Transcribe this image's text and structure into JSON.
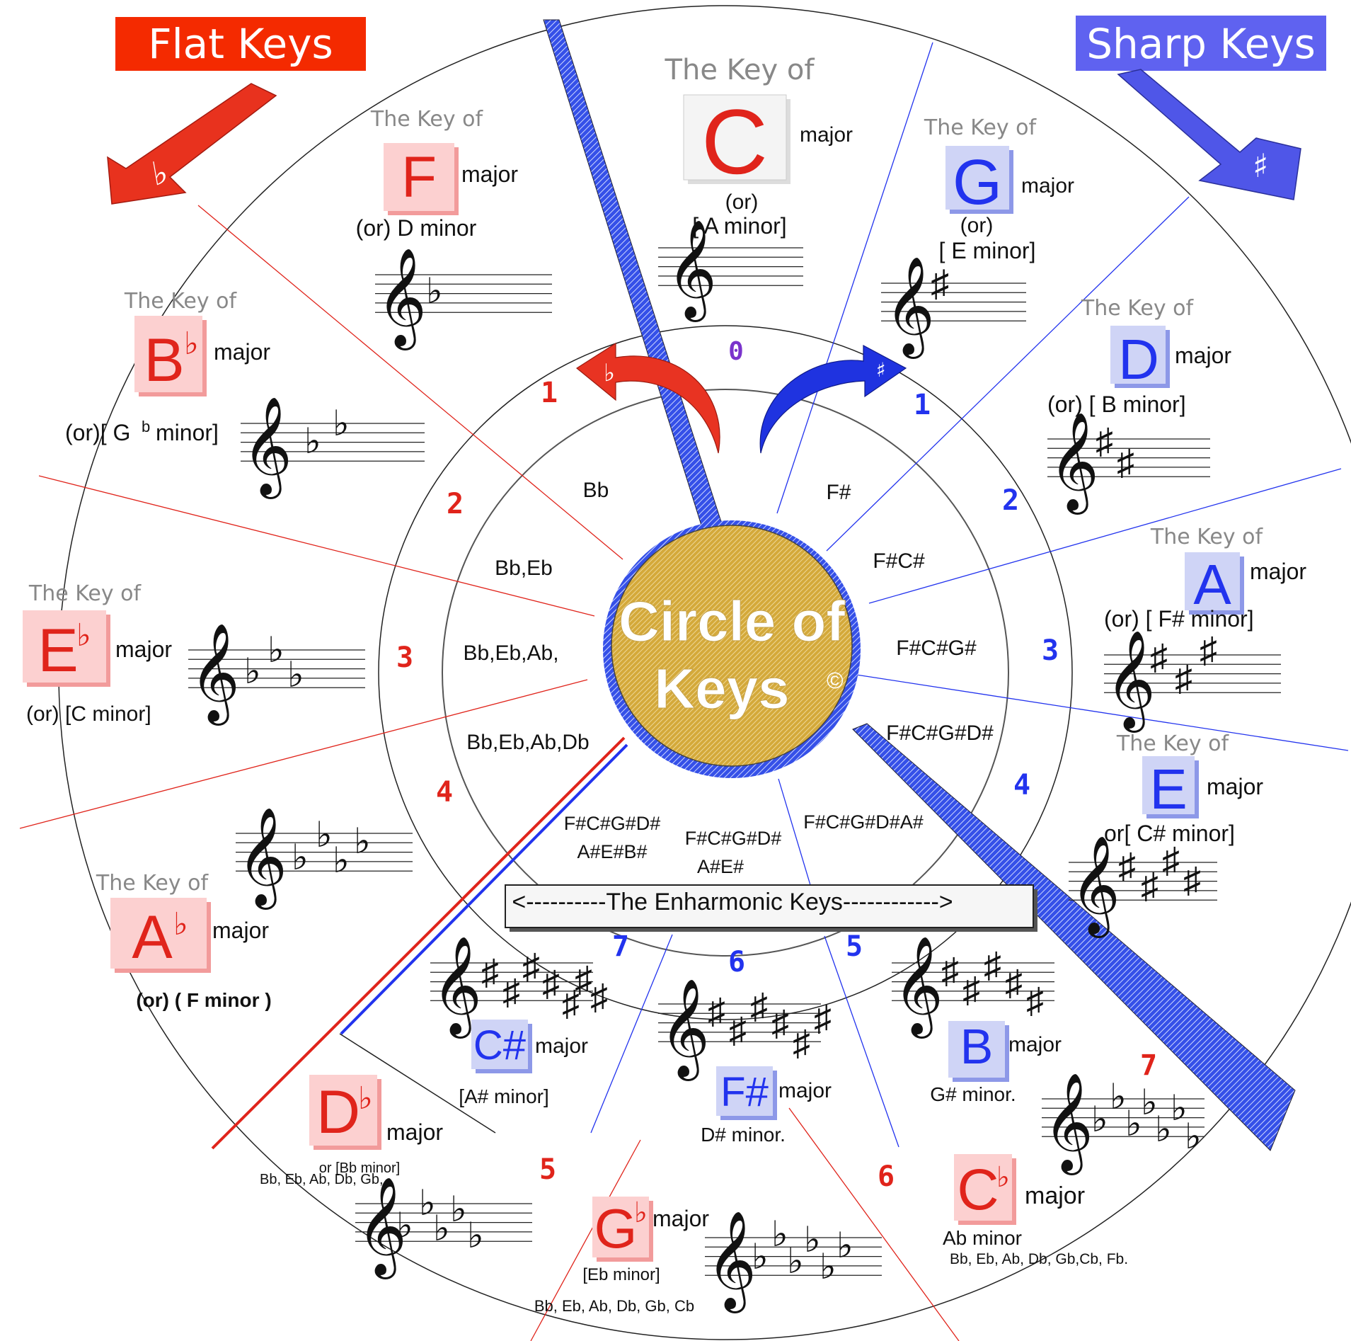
{
  "banners": {
    "flat": "Flat  Keys",
    "sharp": "Sharp   Keys"
  },
  "center": {
    "line1": "Circle of",
    "line2": "Keys",
    "copyright": "©"
  },
  "zero": "0",
  "key_of": "The Key of",
  "enharmonic": "<----------The Enharmonic Keys------------>",
  "flat_symbol": "♭",
  "sharp_symbol": "♯",
  "keys": {
    "C": {
      "letter": "C",
      "major": "major",
      "or": "(or)",
      "minor": "[ A  minor]"
    },
    "G": {
      "letter": "G",
      "major": "major",
      "or": "(or)",
      "minor": "[ E  minor]"
    },
    "D": {
      "letter": "D",
      "major": "major",
      "minor": "(or)  [ B  minor]"
    },
    "A": {
      "letter": "A",
      "major": "major",
      "minor": "(or)  [ F# minor]"
    },
    "E": {
      "letter": "E",
      "major": "major",
      "minor": "or[  C# minor]"
    },
    "B": {
      "letter": "B",
      "major": "major",
      "minor": "G# minor."
    },
    "Fs": {
      "letter": "F#",
      "major": "major",
      "minor": "D# minor."
    },
    "Cs": {
      "letter": "C#",
      "major": "major",
      "minor": "[A# minor]"
    },
    "F": {
      "letter": "F",
      "major": "major",
      "minor": "(or) D minor"
    },
    "Bb": {
      "letter": "B",
      "major": "major",
      "minor_pre": "(or)[  G",
      "minor_sup": "b",
      "minor_post": "minor]"
    },
    "Eb": {
      "letter": "E",
      "major": "major",
      "minor": "(or) [C minor]"
    },
    "Ab": {
      "letter": "A",
      "major": "major",
      "minor": "(or)  ( F minor )"
    },
    "Db": {
      "letter": "D",
      "major": "major",
      "minor": "or [Bb minor]",
      "notes": "Bb, Eb, Ab, Db, Gb,"
    },
    "Gb": {
      "letter": "G",
      "major": "major",
      "minor": "[Eb minor]",
      "notes": "Bb, Eb, Ab, Db, Gb, Cb"
    },
    "Cb": {
      "letter": "C",
      "major": "major",
      "minor": "Ab minor",
      "notes": "Bb, Eb, Ab, Db, Gb,Cb, Fb."
    }
  },
  "flat_lists": [
    "Bb",
    "Bb,Eb",
    "Bb,Eb,Ab,",
    "Bb,Eb,Ab,Db"
  ],
  "sharp_lists": [
    "F#",
    "F#C#",
    "F#C#G#",
    "F#C#G#D#",
    "F#C#G#D#A#"
  ],
  "enh_lists": {
    "seven_a": "F#C#G#D#",
    "seven_b": "A#E#B#",
    "six_a": "F#C#G#D#",
    "six_b": "A#E#"
  },
  "flat_numbers": [
    "1",
    "2",
    "3",
    "4",
    "5",
    "6",
    "7"
  ],
  "sharp_numbers": [
    "1",
    "2",
    "3",
    "4",
    "5",
    "6",
    "7"
  ],
  "inner_numbers": [
    "7",
    "6",
    "5"
  ],
  "colors": {
    "flat": "#e0241b",
    "sharp": "#2233ee",
    "zero": "#7a33cc",
    "gold": "#d4a93a"
  }
}
